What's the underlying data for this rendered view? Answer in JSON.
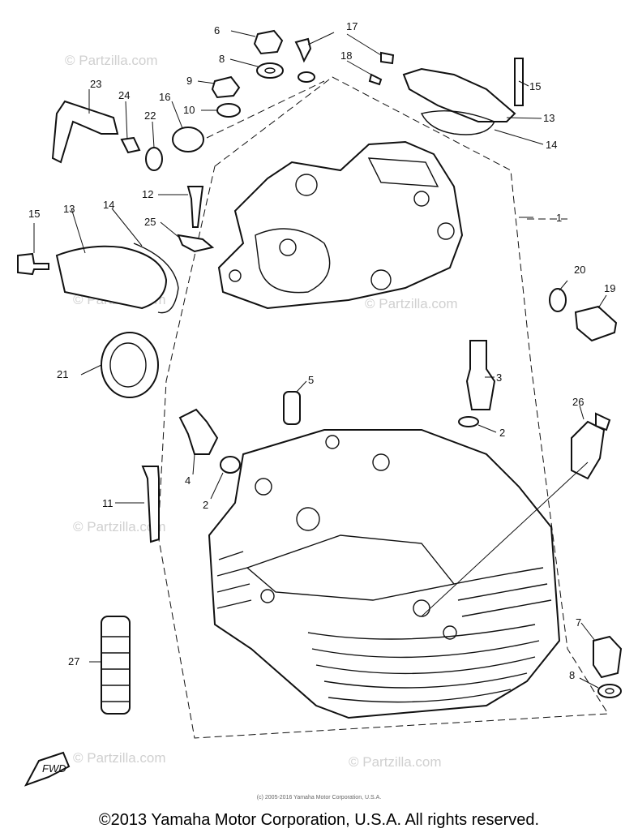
{
  "diagram": {
    "callouts": {
      "p1": "1",
      "p2a": "2",
      "p2b": "2",
      "p3": "3",
      "p4": "4",
      "p5": "5",
      "p6": "6",
      "p7": "7",
      "p8a": "8",
      "p8b": "8",
      "p9": "9",
      "p10": "10",
      "p11": "11",
      "p12": "12",
      "p13a": "13",
      "p13b": "13",
      "p14a": "14",
      "p14b": "14",
      "p15a": "15",
      "p15b": "15",
      "p16": "16",
      "p17": "17",
      "p18": "18",
      "p19": "19",
      "p20": "20",
      "p21": "21",
      "p22": "22",
      "p23": "23",
      "p24": "24",
      "p25": "25",
      "p26": "26",
      "p27": "27"
    },
    "fwd_label": "FWD",
    "watermark": "© Partzilla.com"
  },
  "footer": {
    "small_notice": "(c) 2005-2016 Yamaha Motor Corporation, U.S.A.",
    "copyright": "©2013 Yamaha Motor Corporation, U.S.A. All rights reserved."
  }
}
